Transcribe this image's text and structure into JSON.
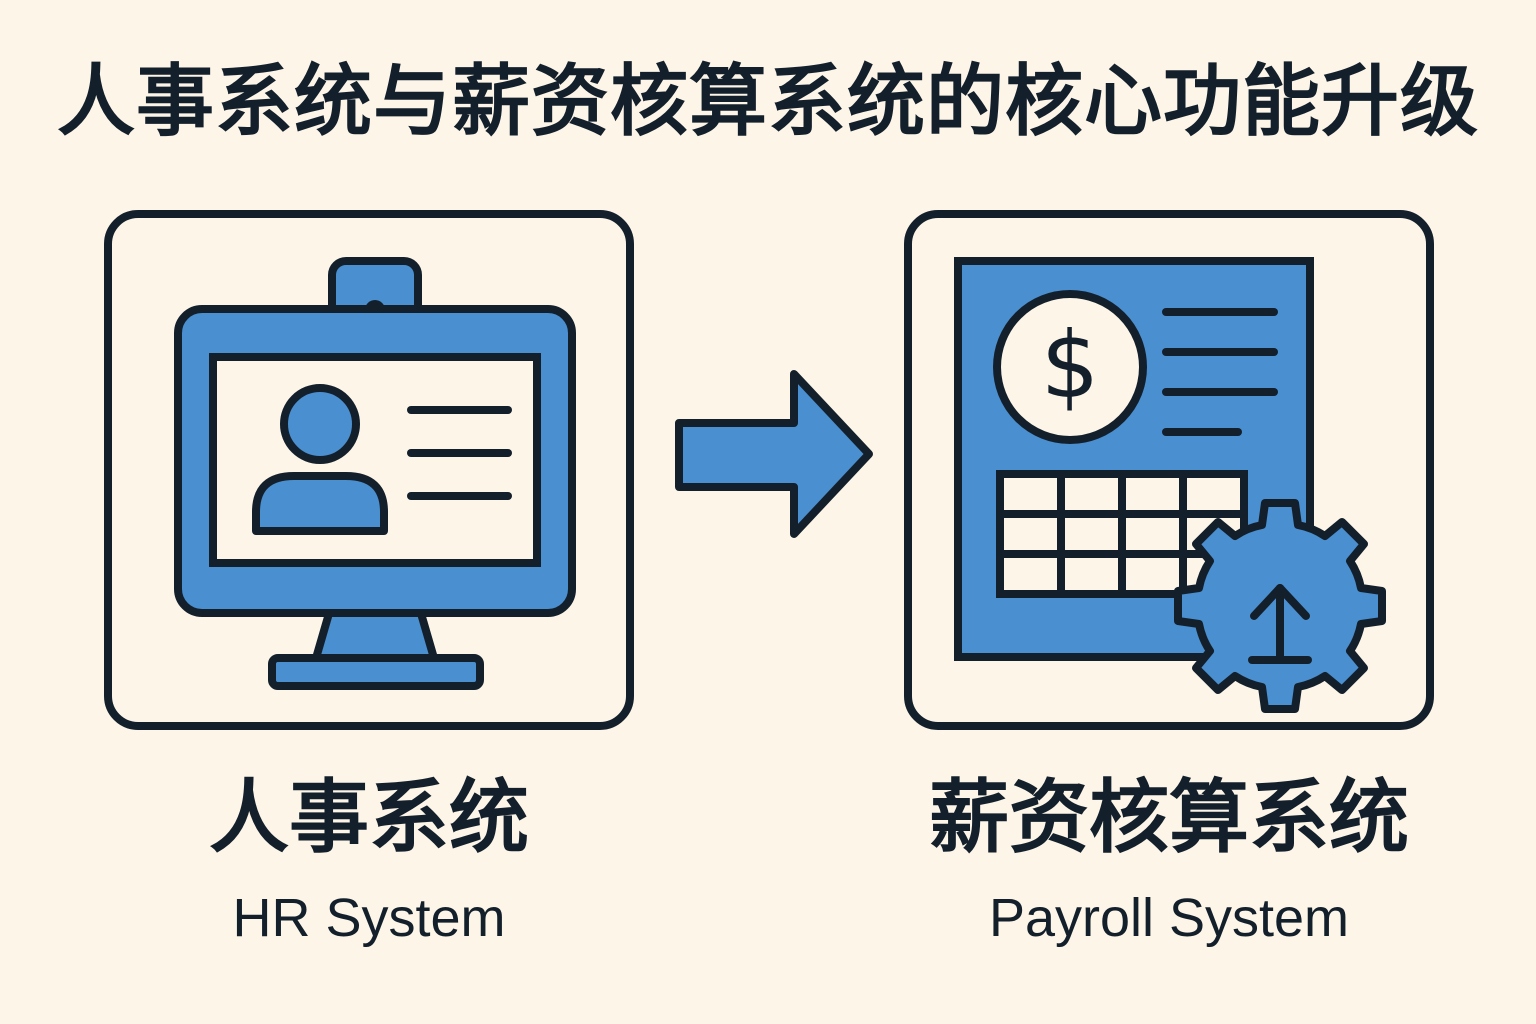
{
  "title": "人事系统与薪资核算系统的核心功能升级",
  "colors": {
    "background": "#fdf5e8",
    "accent_blue": "#4a8fcf",
    "outline": "#13202c"
  },
  "left": {
    "label_zh": "人事系统",
    "label_en": "HR System",
    "icon": "computer-monitor-with-employee-profile-icon"
  },
  "arrow": {
    "icon": "right-arrow-icon"
  },
  "right": {
    "label_zh": "薪资核算系统",
    "label_en": "Payroll System",
    "icon": "payroll-document-with-dollar-and-gear-upgrade-icon",
    "dollar_symbol": "$"
  }
}
